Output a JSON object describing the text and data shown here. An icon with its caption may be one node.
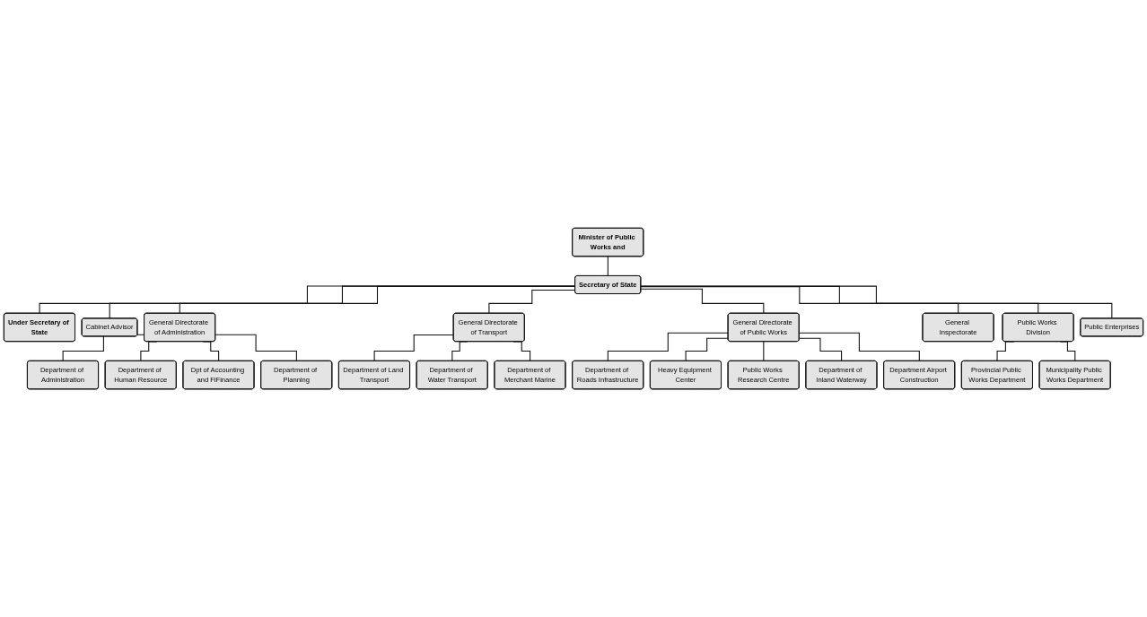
{
  "diagram": {
    "nodes": [
      {
        "text": [
          "Minister of Public Works and"
        ]
      },
      {
        "text": [
          "Secretary of State"
        ]
      },
      {
        "text": [
          "Under Secretary of State"
        ]
      },
      {
        "text": [
          "Cabinet Advisor"
        ]
      },
      {
        "text": [
          "General Directorate of Administration"
        ]
      },
      {
        "text": [
          "General Directorate of Transport"
        ]
      },
      {
        "text": [
          "General Directorate of Public Works"
        ]
      },
      {
        "text": [
          "General Inspectorate"
        ]
      },
      {
        "text": [
          "Public Works Division"
        ]
      },
      {
        "text": [
          "Public Enterprises"
        ]
      },
      {
        "text": [
          "Department of Administration"
        ]
      },
      {
        "text": [
          "Department of Human Resource"
        ]
      },
      {
        "text": [
          "Dpt of Accounting and FiFinance"
        ]
      },
      {
        "text": [
          "Department of Planning"
        ]
      },
      {
        "text": [
          "Department of Land Transport"
        ]
      },
      {
        "text": [
          "Department of Water Transport"
        ]
      },
      {
        "text": [
          "Department of Merchant Marine"
        ]
      },
      {
        "text": [
          "Department of Roads Infrastructure"
        ]
      },
      {
        "text": [
          "Heavy Equipment Center"
        ]
      },
      {
        "text": [
          "Public Works Research Centre"
        ]
      },
      {
        "text": [
          "Department of Inland Waterway"
        ]
      },
      {
        "text": [
          "Department Airport Construction"
        ]
      },
      {
        "text": [
          "Provincial Public Works Department"
        ]
      },
      {
        "text": [
          "Municipality Public Works Department"
        ]
      }
    ],
    "edges": [
      {
        "from": 0,
        "to": 1,
        "arrow": "none"
      },
      {
        "from": 1,
        "to": 2,
        "arrow": "none"
      },
      {
        "from": 1,
        "to": 3,
        "arrow": "none"
      },
      {
        "from": 1,
        "to": 4,
        "arrow": "none"
      },
      {
        "from": 1,
        "to": 5,
        "arrow": "none"
      },
      {
        "from": 1,
        "to": 6,
        "arrow": "none"
      },
      {
        "from": 1,
        "to": 7,
        "arrow": "none"
      },
      {
        "from": 1,
        "to": 8,
        "arrow": "none"
      },
      {
        "from": 1,
        "to": 9,
        "arrow": "none"
      },
      {
        "from": 4,
        "to": 10,
        "arrow": "none"
      },
      {
        "from": 4,
        "to": 11,
        "arrow": "none"
      },
      {
        "from": 4,
        "to": 12,
        "arrow": "none"
      },
      {
        "from": 4,
        "to": 13,
        "arrow": "none"
      },
      {
        "from": 5,
        "to": 14,
        "arrow": "none"
      },
      {
        "from": 5,
        "to": 15,
        "arrow": "none"
      },
      {
        "from": 5,
        "to": 16,
        "arrow": "none"
      },
      {
        "from": 6,
        "to": 17,
        "arrow": "none"
      },
      {
        "from": 6,
        "to": 18,
        "arrow": "none"
      },
      {
        "from": 6,
        "to": 19,
        "arrow": "none"
      },
      {
        "from": 6,
        "to": 20,
        "arrow": "none"
      },
      {
        "from": 6,
        "to": 21,
        "arrow": "none"
      },
      {
        "from": 8,
        "to": 22,
        "arrow": "none"
      },
      {
        "from": 8,
        "to": 23,
        "arrow": "none"
      }
    ]
  }
}
